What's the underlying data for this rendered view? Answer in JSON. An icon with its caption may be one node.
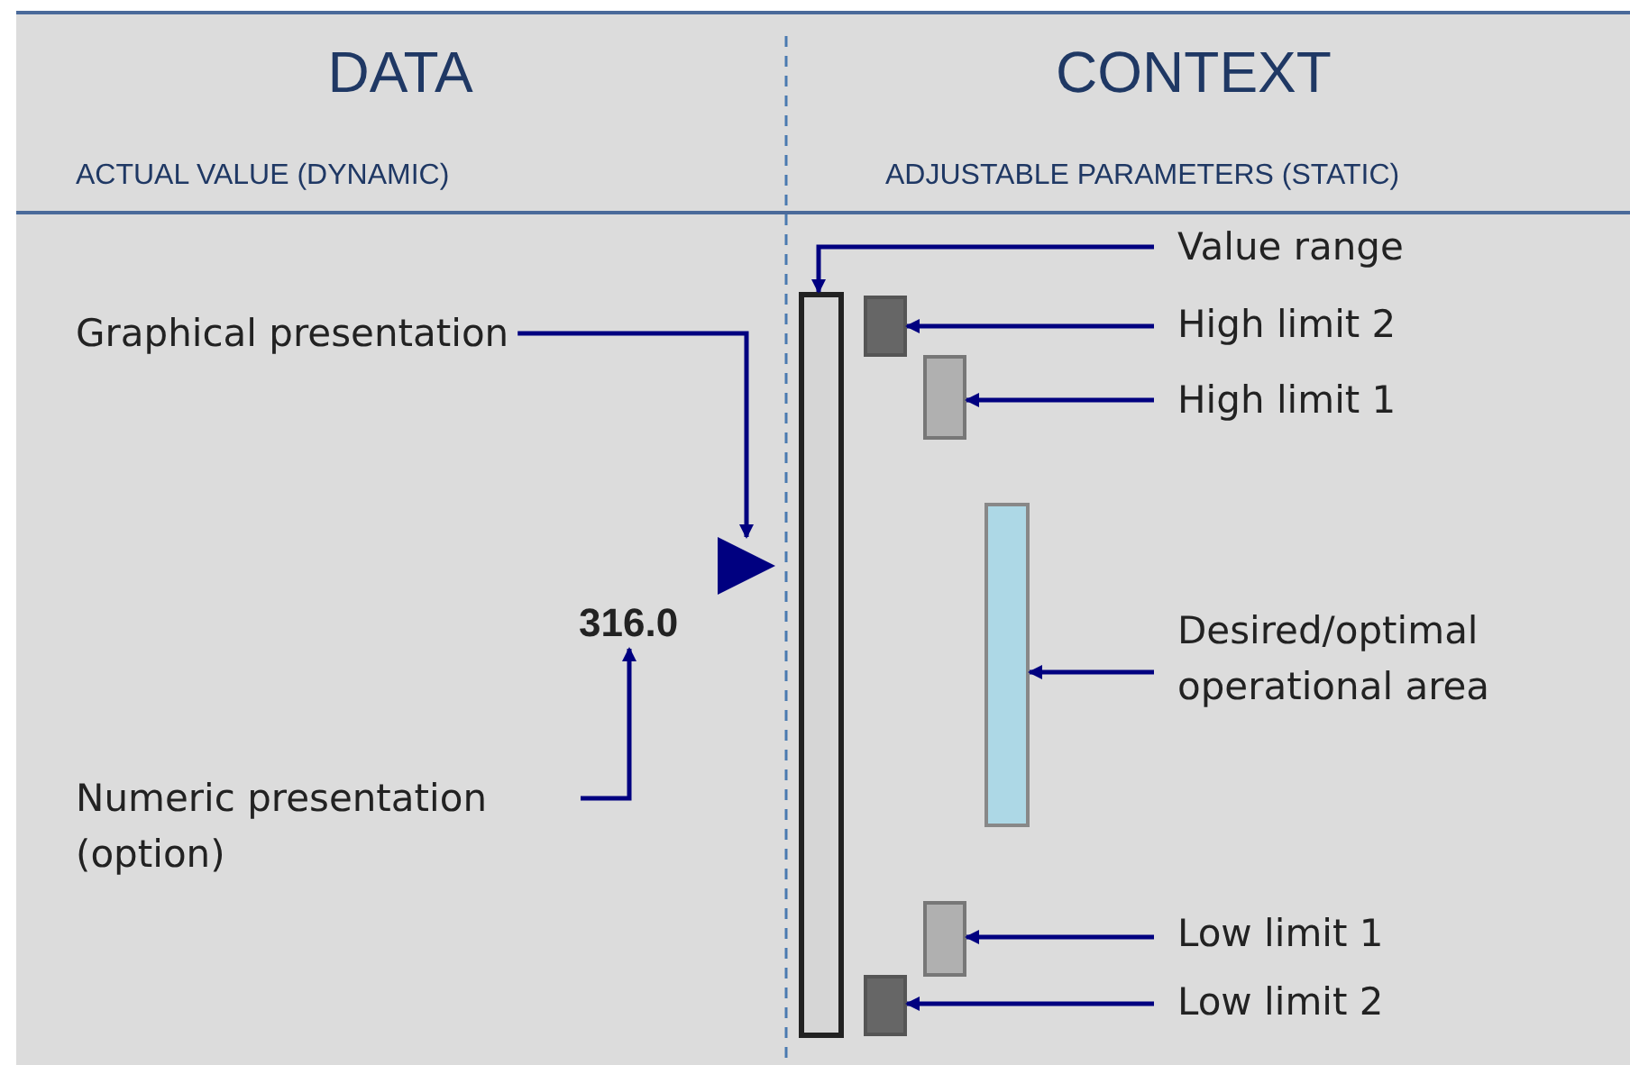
{
  "diagram": {
    "nodes": [
      {
        "text": [
          "Graphical presentation"
        ]
      },
      {
        "text": [],
        "shape": "triangle"
      },
      {
        "text": [
          "316.0"
        ]
      },
      {
        "text": [
          "Numeric presentation (option)"
        ]
      },
      {
        "text": [],
        "shape": "bar"
      },
      {
        "text": [],
        "shape": "box"
      },
      {
        "text": [],
        "shape": "box"
      },
      {
        "text": [],
        "shape": "bar"
      },
      {
        "text": [],
        "shape": "box"
      },
      {
        "text": [],
        "shape": "box"
      },
      {
        "text": [
          "Value range"
        ]
      },
      {
        "text": [
          "High limit 2"
        ]
      },
      {
        "text": [
          "High limit 1"
        ]
      },
      {
        "text": [
          "Desired/optimal operational area"
        ]
      },
      {
        "text": [
          "Low limit 1"
        ]
      },
      {
        "text": [
          "Low limit 2"
        ]
      }
    ],
    "edges": [
      {
        "from": 0,
        "to": 1,
        "arrow": "to"
      },
      {
        "from": 3,
        "to": 2,
        "arrow": "to"
      },
      {
        "from": 10,
        "to": 4,
        "arrow": "to"
      },
      {
        "from": 11,
        "to": 5,
        "arrow": "to"
      },
      {
        "from": 12,
        "to": 6,
        "arrow": "to"
      },
      {
        "from": 13,
        "to": 7,
        "arrow": "to"
      },
      {
        "from": 14,
        "to": 8,
        "arrow": "to"
      },
      {
        "from": 15,
        "to": 9,
        "arrow": "to"
      }
    ],
    "labels": [
      "DATA",
      "CONTEXT",
      "ACTUAL VALUE (DYNAMIC)",
      "ADJUSTABLE PARAMETERS (STATIC)"
    ]
  }
}
